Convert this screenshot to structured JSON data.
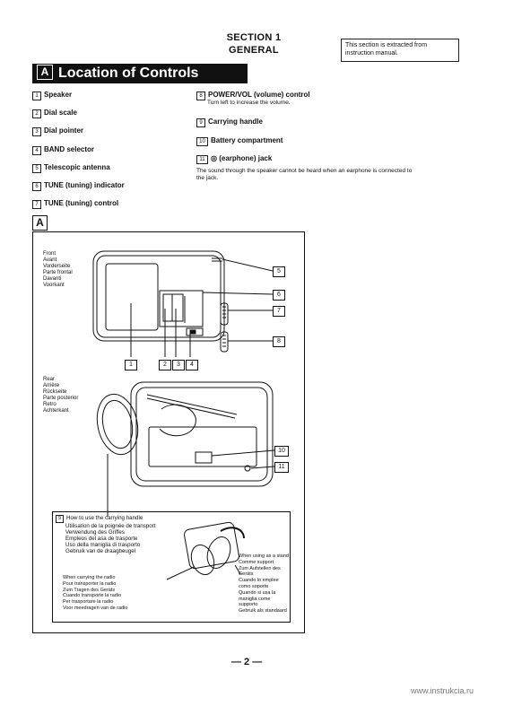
{
  "section": {
    "number": "SECTION 1",
    "name": "GENERAL"
  },
  "note": "This section is extracted from instruction manual.",
  "banner": {
    "badge": "A",
    "title": "Location of Controls"
  },
  "left_items": [
    {
      "num": "1",
      "label": "Speaker"
    },
    {
      "num": "2",
      "label": "Dial scale"
    },
    {
      "num": "3",
      "label": "Dial pointer"
    },
    {
      "num": "4",
      "label": "BAND selector"
    },
    {
      "num": "5",
      "label": "Telescopic antenna"
    },
    {
      "num": "6",
      "label": "TUNE (tuning) indicator"
    },
    {
      "num": "7",
      "label": "TUNE (tuning) control"
    }
  ],
  "right_items": [
    {
      "num": "8",
      "label": "POWER/VOL (volume) control",
      "desc": "Turn left to increase the volume."
    },
    {
      "num": "9",
      "label": "Carrying handle"
    },
    {
      "num": "10",
      "label": "Battery compartment"
    },
    {
      "num": "11",
      "label": "◎ (earphone) jack",
      "desc": "The sound through the speaker cannot be heard when an earphone is connected to the jack."
    }
  ],
  "figure": {
    "label": "A",
    "front": [
      "Front",
      "Avant",
      "Vorderseite",
      "Parte frontal",
      "Davanti",
      "Voorkant"
    ],
    "rear": [
      "Rear",
      "Arrière",
      "Rückseite",
      "Parte posterior",
      "Retro",
      "Achterkant"
    ],
    "front_callouts": [
      "1",
      "2",
      "3",
      "4",
      "5",
      "6",
      "7",
      "8"
    ],
    "rear_callouts": [
      "10",
      "11"
    ],
    "handle_num": "9",
    "handle_title": [
      "How to use the carrying handle",
      "Utilisation de la poignée de transport",
      "Verwendung des Griffes",
      "Empleos del asa de trasporte",
      "Uso della maniglia di trasporto",
      "Gebruik van de draagbeugel"
    ],
    "carry": [
      "When carrying the radio",
      "Pour transporter la radio",
      "Zum Tragen des Geräts",
      "Cuando transporte la radio",
      "Per trasportare la radio",
      "Voor meedragen van de radio"
    ],
    "stand": [
      "When using as a stand",
      "Comme support",
      "Zum Aufstellen des Geräts",
      "Cuando lo emplee como soporte",
      "Quando si usa la maniglia come supporto",
      "Gebruik als standaard"
    ]
  },
  "page_number": "— 2 —",
  "watermark": "www.instrukcia.ru"
}
